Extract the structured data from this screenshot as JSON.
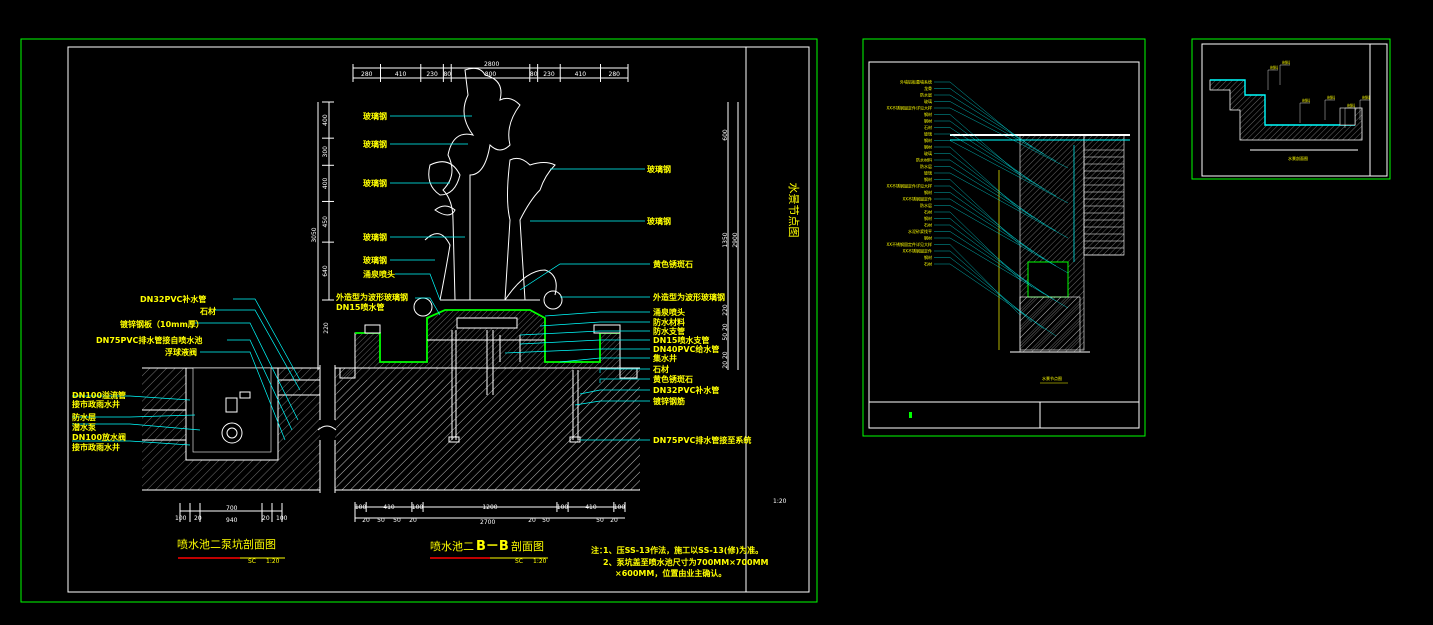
{
  "sheet1": {
    "vertical_title": "水景节点图",
    "scale_mark": "1:20",
    "pump_pit": {
      "title": "喷水池二泵坑剖面图",
      "scale_sc": "SC",
      "scale": "1:20",
      "left_labels": [
        "DN100溢流管",
        "接市政雨水井",
        "防水层",
        "潜水泵",
        "DN100放水阀",
        "接市政雨水井"
      ],
      "right_labels": [
        "DN32PVC补水管",
        "石材",
        "镀锌钢板（10mm厚）",
        "DN75PVC排水管接自喷水池",
        "浮球液阀"
      ],
      "dims_top": [
        "100",
        "20",
        "700",
        "20",
        "100"
      ],
      "dims_bottom": [
        "940"
      ]
    },
    "section_bb": {
      "title_prefix": "喷水池二",
      "title_mark": "B－B",
      "title_suffix": "剖面图",
      "scale_sc": "SC",
      "scale": "1:20",
      "overall_width": "2800",
      "top_dims": [
        "280",
        "410",
        "230",
        "80",
        "800",
        "80",
        "230",
        "410",
        "280"
      ],
      "left_vdims": [
        "400",
        "300",
        "400",
        "450",
        "640"
      ],
      "left_total": "3050",
      "right_vdims": [
        "600",
        "1350"
      ],
      "right_total": "2900",
      "small_vdims": [
        "220",
        "50 20",
        "20 20"
      ],
      "bottom_dims_1": [
        "100",
        "410",
        "100",
        "1200",
        "100",
        "410",
        "100"
      ],
      "bottom_dims_2": [
        "20",
        "50",
        "50",
        "20",
        "20",
        "50",
        "50",
        "20"
      ],
      "bottom_total": "2700",
      "left_labels": [
        "玻璃钢",
        "玻璃钢",
        "玻璃钢",
        "玻璃钢",
        "玻璃钢",
        "涌泉喷头",
        "外造型为波形玻璃钢",
        "DN15喷水管"
      ],
      "right_labels": [
        "玻璃钢",
        "玻璃钢",
        "黄色锈斑石",
        "外造型为波形玻璃钢",
        "涌泉喷头",
        "防水材料",
        "防水支管",
        "DN15喷水支管",
        "DN40PVC给水管",
        "集水井",
        "石材",
        "黄色锈斑石",
        "DN32PVC补水管",
        "镀锌钢筋",
        "DN75PVC排水管接至系统"
      ]
    },
    "notes": {
      "head": "注：",
      "line1": "1、压SS-13作法，施工以SS-13(修)为准。",
      "line2": "2、泵坑盖至喷水池尺寸为700MM×700MM",
      "line3": "×600MM，位置由业主确认。"
    }
  },
  "sheet2": {
    "caption": "水景节点图",
    "left_labels": [
      "外墙铝板幕墙系统",
      "龙骨",
      "防水层",
      "玻璃",
      "XX不锈钢固定件详见大样",
      "钢材",
      "钢材",
      "石材",
      "玻璃",
      "钢材",
      "钢材",
      "玻璃",
      "防水材料",
      "防水层",
      "玻璃",
      "钢材",
      "XX不锈钢固定件详见大样",
      "钢材",
      "XX不锈钢固定件",
      "防水层",
      "石材",
      "钢材",
      "石材",
      "水泥砂浆找平",
      "钢材",
      "XX不锈钢固定件详见大样",
      "XX不锈钢固定件",
      "钢材",
      "石材"
    ]
  },
  "sheet3": {
    "caption": "水景剖面图",
    "labels": [
      "材料",
      "材料",
      "材料",
      "材料",
      "材料",
      "材料"
    ]
  },
  "colors": {
    "background": "#000000",
    "frame": "#00ff00",
    "inner_frame": "#ffffff",
    "text": "#ffff00",
    "leader": "#00ffff",
    "scale_bar": "#ff0000"
  }
}
